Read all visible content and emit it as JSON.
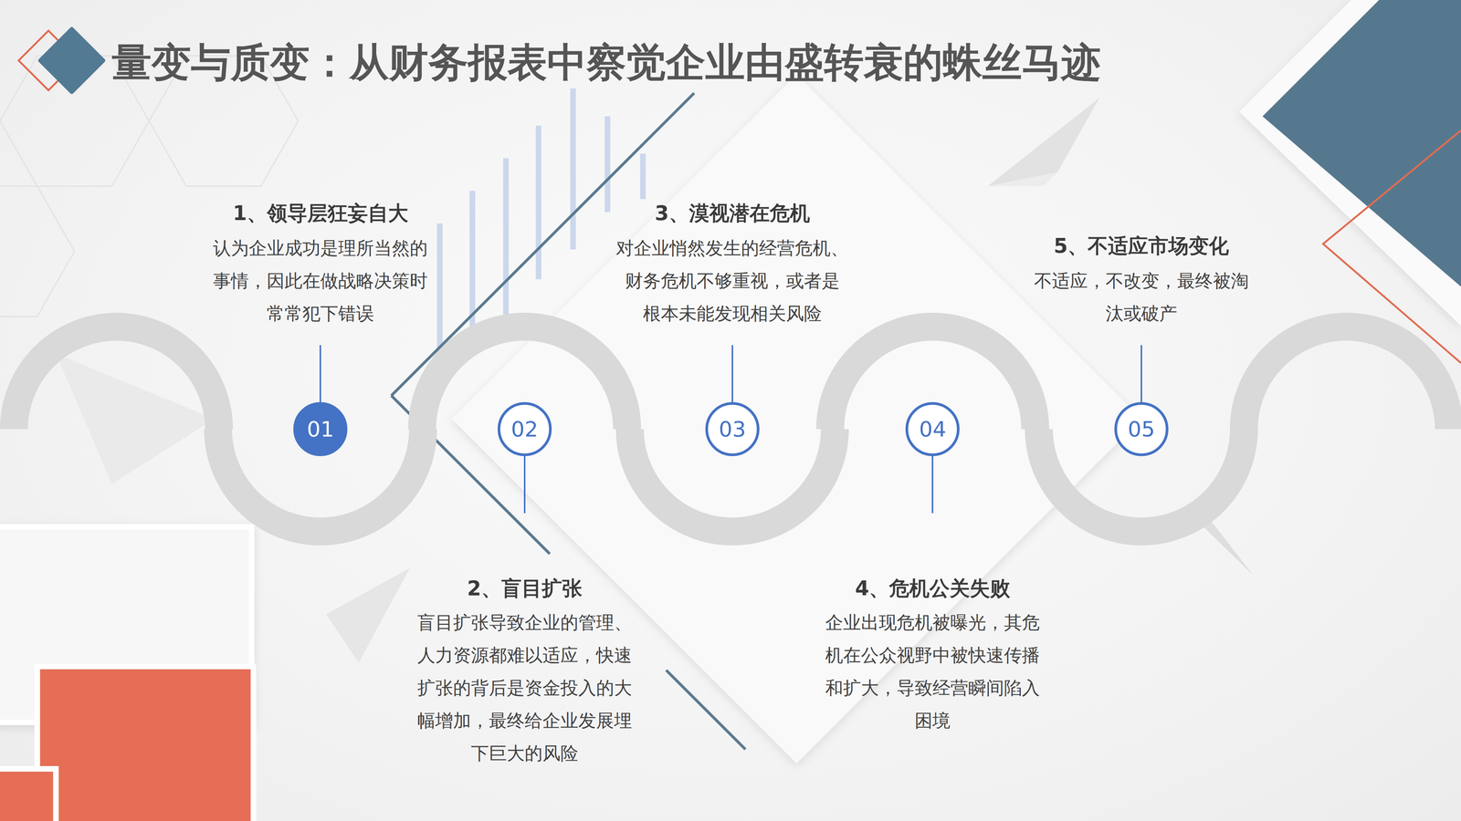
{
  "diagram": {
    "title": "量变与质变：从财务报表中察觉企业由盛转衰的蛛丝马迹",
    "nodes": [
      {
        "text": [
          "1、领导层狂妄自大",
          "认为企业成功是理所当然的 事情，因此在做战略决策时 常常犯下错误",
          "01"
        ]
      },
      {
        "text": [
          "2、盲目扩张",
          "盲目扩张导致企业的管理、 人力资源都难以适应，快速 扩张的背后是资金投入的大 幅增加，最终给企业发展埋 下巨大的风险",
          "02"
        ]
      },
      {
        "text": [
          "3、漠视潜在危机",
          "对企业悄然发生的经营危机、 财务危机不够重视，或者是 根本未能发现相关风险",
          "03"
        ]
      },
      {
        "text": [
          "4、危机公关失败",
          "企业出现危机被曝光，其危 机在公众视野中被快速传播 和扩大，导致经营瞬间陷入 困境",
          "04"
        ]
      },
      {
        "text": [
          "5、不适应市场变化",
          "不适应，不改变，最终被淘 汰或破产",
          "05"
        ]
      }
    ]
  }
}
